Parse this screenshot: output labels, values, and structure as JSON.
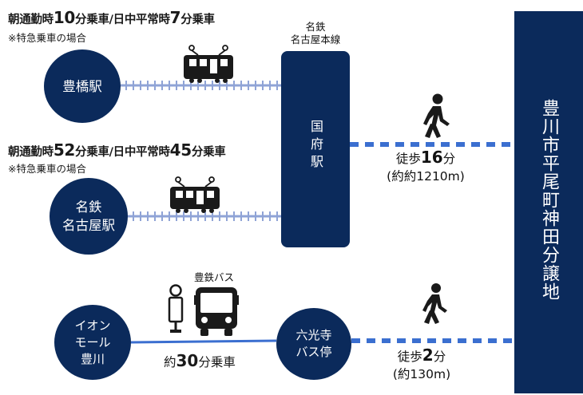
{
  "route1": {
    "freq_prefix": "朝通勤時",
    "freq_num1": "10",
    "freq_mid": "分乗車/日中平常時",
    "freq_num2": "7",
    "freq_suffix": "分乗車",
    "note": "※特急乗車の場合",
    "station": "豊橋駅"
  },
  "route2": {
    "freq_prefix": "朝通勤時",
    "freq_num1": "52",
    "freq_mid": "分乗車/日中平常時",
    "freq_num2": "45",
    "freq_suffix": "分乗車",
    "note": "※特急乗車の場合",
    "station_line1": "名鉄",
    "station_line2": "名古屋駅"
  },
  "line": {
    "label_line1": "名鉄",
    "label_line2": "名古屋本線"
  },
  "kokufu": {
    "name": "国府駅",
    "walk_prefix": "徒歩",
    "walk_num": "16",
    "walk_suffix": "分",
    "distance": "(約約1210m)"
  },
  "bus": {
    "origin_line1": "イオン",
    "origin_line2": "モール",
    "origin_line3": "豊川",
    "company": "豊鉄バス",
    "ride_prefix": "約",
    "ride_num": "30",
    "ride_suffix": "分乗車",
    "stop_line1": "六光寺",
    "stop_line2": "バス停",
    "walk_prefix": "徒歩",
    "walk_num": "2",
    "walk_suffix": "分",
    "distance": "(約130m)"
  },
  "destination": "豊川市平尾町神田分譲地",
  "colors": {
    "navy": "#0b2a5b",
    "track": "#8fa3d6",
    "dash": "#3b6fd0",
    "bus_line": "#3b6fd0",
    "icon": "#1a1a1a"
  },
  "icons": [
    "train-icon",
    "walking-person-icon",
    "bus-stop-icon",
    "bus-icon"
  ]
}
